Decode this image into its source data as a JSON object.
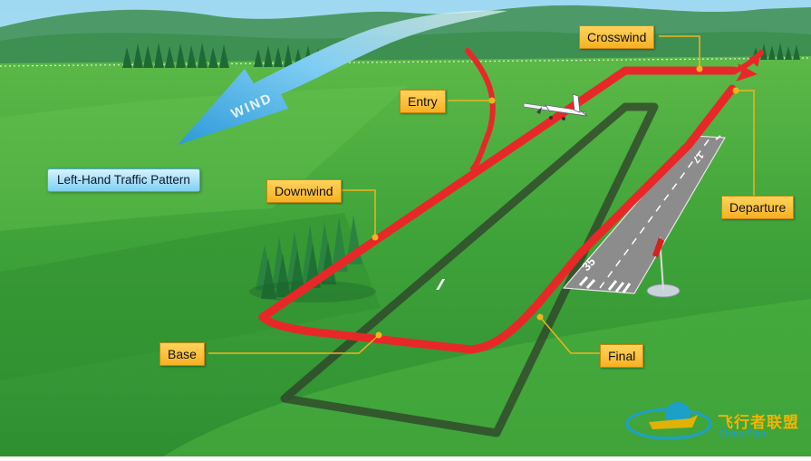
{
  "title": "Left-Hand Traffic Pattern",
  "wind_label": "WIND",
  "runway_numbers": {
    "near": "35",
    "far": "17"
  },
  "legs": {
    "crosswind": "Crosswind",
    "entry": "Entry",
    "downwind": "Downwind",
    "departure": "Departure",
    "base": "Base",
    "final": "Final"
  },
  "watermark": {
    "chinese": "飞行者联盟",
    "english": "China Flier"
  },
  "colors": {
    "pattern_red": "#e82828",
    "grass": "#3aa83a",
    "sky_wind": "#6cc4f0",
    "label_fill": "#f7b122"
  }
}
